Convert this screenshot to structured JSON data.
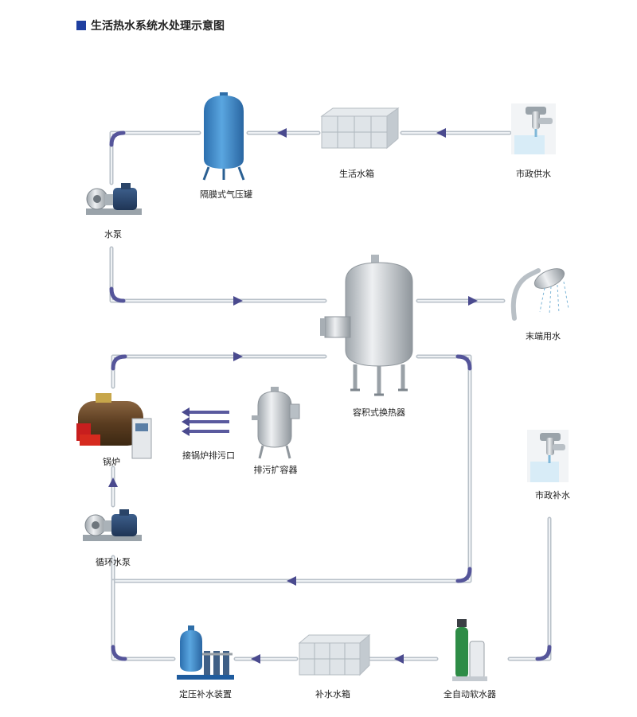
{
  "title": "生活热水系统水处理示意图",
  "colors": {
    "title_marker": "#1f3fa0",
    "pipe": "#b8c0c8",
    "pipe_accent": "#4a4a8e",
    "tank_blue": "#3b86c8",
    "vessel_steel": "#c9ced3",
    "boiler_brown": "#6b4a2a",
    "burner_red": "#c81e1e"
  },
  "components": [
    {
      "id": "municipal-supply",
      "label": "市政供水",
      "icon": "faucet-icon"
    },
    {
      "id": "domestic-water-tank",
      "label": "生活水箱",
      "icon": "water-tank-icon"
    },
    {
      "id": "diaphragm-pressure-tank",
      "label": "隔膜式气压罐",
      "icon": "pressure-tank-icon"
    },
    {
      "id": "water-pump",
      "label": "水泵",
      "icon": "pump-icon"
    },
    {
      "id": "volumetric-heat-exchanger",
      "label": "容积式换热器",
      "icon": "heat-exchanger-icon"
    },
    {
      "id": "end-use-water",
      "label": "末端用水",
      "icon": "shower-icon"
    },
    {
      "id": "boiler",
      "label": "锅炉",
      "icon": "boiler-icon"
    },
    {
      "id": "blowdown-flash-tank",
      "label": "排污扩容器",
      "icon": "flash-tank-icon"
    },
    {
      "id": "boiler-blowdown-inlet",
      "label": "接锅炉排污口",
      "icon": "triple-arrow-icon"
    },
    {
      "id": "circulation-pump",
      "label": "循环水泵",
      "icon": "pump-icon"
    },
    {
      "id": "municipal-makeup",
      "label": "市政补水",
      "icon": "faucet-icon"
    },
    {
      "id": "auto-water-softener",
      "label": "全自动软水器",
      "icon": "softener-icon"
    },
    {
      "id": "makeup-water-tank",
      "label": "补水水箱",
      "icon": "water-tank-icon"
    },
    {
      "id": "constant-pressure-makeup",
      "label": "定压补水装置",
      "icon": "booster-unit-icon"
    }
  ]
}
